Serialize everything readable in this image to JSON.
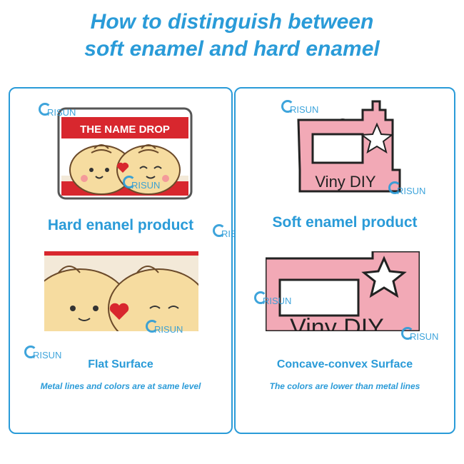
{
  "header": {
    "title_line1": "How to distinguish between",
    "title_line2": "soft enamel and hard enamel"
  },
  "left_panel": {
    "pin_header_text": "THE NAME DROP",
    "product_label": "Hard enanel product",
    "surface_label": "Flat Surface",
    "surface_desc": "Metal lines and colors are at same level"
  },
  "right_panel": {
    "pin_text": "Viny DIY",
    "product_label": "Soft enamel product",
    "surface_label": "Concave-convex Surface",
    "surface_desc": "The colors are lower than metal lines"
  },
  "watermark": {
    "text": "RISUN"
  },
  "colors": {
    "accent": "#2a9bd8",
    "pin_red": "#d8272e",
    "pin_pink": "#f2a9b6",
    "bun_yellow": "#f6dca0"
  }
}
